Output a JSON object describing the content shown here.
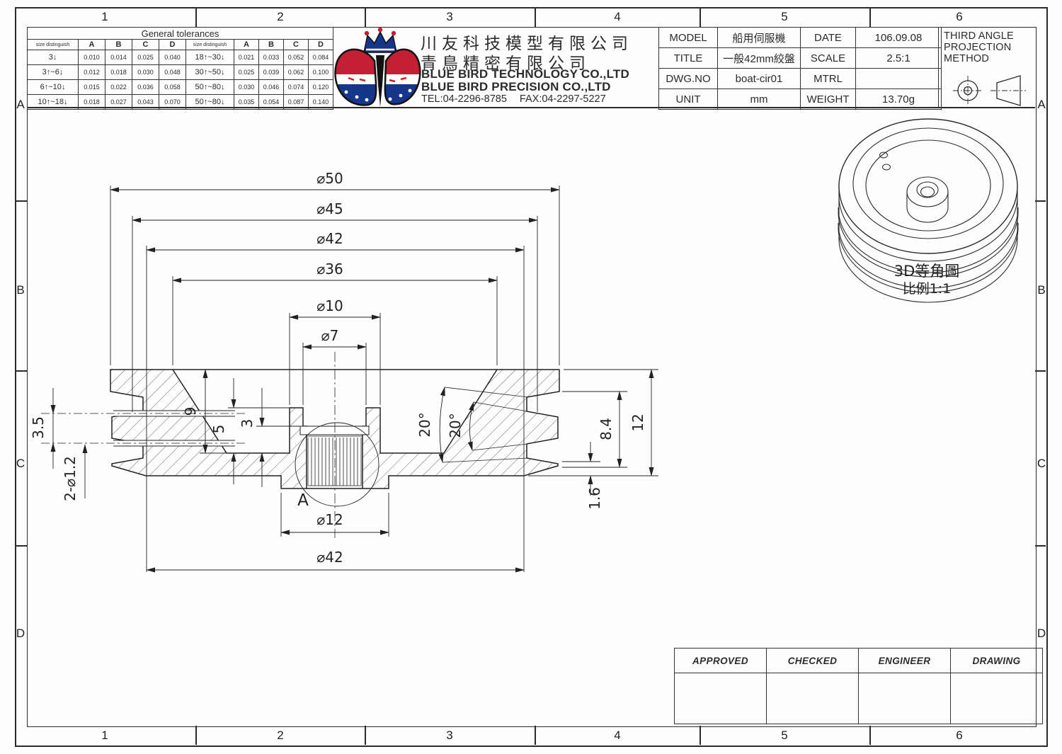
{
  "border": {
    "cols": [
      "1",
      "2",
      "3",
      "4",
      "5",
      "6"
    ],
    "rows": [
      "A",
      "B",
      "C",
      "D"
    ]
  },
  "colors": {
    "line": "#2b2b2b",
    "logo_red": "#c41f33",
    "logo_blue": "#16368c"
  },
  "tolerances": {
    "title": "General tolerances",
    "header": [
      "size distinguish",
      "A",
      "B",
      "C",
      "D",
      "size distinguish",
      "A",
      "B",
      "C",
      "D"
    ],
    "rows": [
      [
        "3↓",
        "0.010",
        "0.014",
        "0.025",
        "0.040",
        "18↑~30↓",
        "0.021",
        "0.033",
        "0.052",
        "0.084"
      ],
      [
        "3↑~6↓",
        "0.012",
        "0.018",
        "0.030",
        "0.048",
        "30↑~50↓",
        "0.025",
        "0.039",
        "0.062",
        "0.100"
      ],
      [
        "6↑~10↓",
        "0.015",
        "0.022",
        "0.036",
        "0.058",
        "50↑~80↓",
        "0.030",
        "0.046",
        "0.074",
        "0.120"
      ],
      [
        "10↑~18↓",
        "0.018",
        "0.027",
        "0.043",
        "0.070",
        "50↑~80↓",
        "0.035",
        "0.054",
        "0.087",
        "0.140"
      ]
    ]
  },
  "company": {
    "zh1": "川友科技模型有限公司",
    "zh2": "青鳥精密有限公司",
    "en1": "BLUE BIRD TECHNOLOGY CO.,LTD",
    "en2": "BLUE BIRD PRECISION CO.,LTD",
    "tel": "TEL:04-2296-8785",
    "fax": "FAX:04-2297-5227"
  },
  "title_block": {
    "model_label": "MODEL",
    "model_value": "船用伺服機",
    "date_label": "DATE",
    "date_value": "106.09.08",
    "title_label": "TITLE",
    "title_value": "一般42mm絞盤",
    "scale_label": "SCALE",
    "scale_value": "2.5:1",
    "dwg_label": "DWG.NO",
    "dwg_value": "boat-cir01",
    "mtrl_label": "MTRL",
    "mtrl_value": "",
    "unit_label": "UNIT",
    "unit_value": "mm",
    "weight_label": "WEIGHT",
    "weight_value": "13.70g"
  },
  "projection": {
    "line1": "THIRD ANGLE",
    "line2": "PROJECTION",
    "line3": "METHOD"
  },
  "drawing": {
    "dims": {
      "top": [
        "⌀50",
        "⌀45",
        "⌀42",
        "⌀36",
        "⌀10",
        "⌀7"
      ],
      "bottom_d12": "⌀12",
      "bottom_d42": "⌀42",
      "depth9": "9",
      "depth5": "5",
      "depth3": "3",
      "left35": "3.5",
      "holes_label": "2-⌀1.2",
      "angle1": "20°",
      "angle2": "20°",
      "right84": "8.4",
      "right12": "12",
      "right16": "1.6"
    },
    "detail_label": "A"
  },
  "iso": {
    "caption1": "3D等角圖",
    "caption2": "比例1:1"
  },
  "approval": {
    "headers": [
      "APPROVED",
      "CHECKED",
      "ENGINEER",
      "DRAWING"
    ]
  }
}
